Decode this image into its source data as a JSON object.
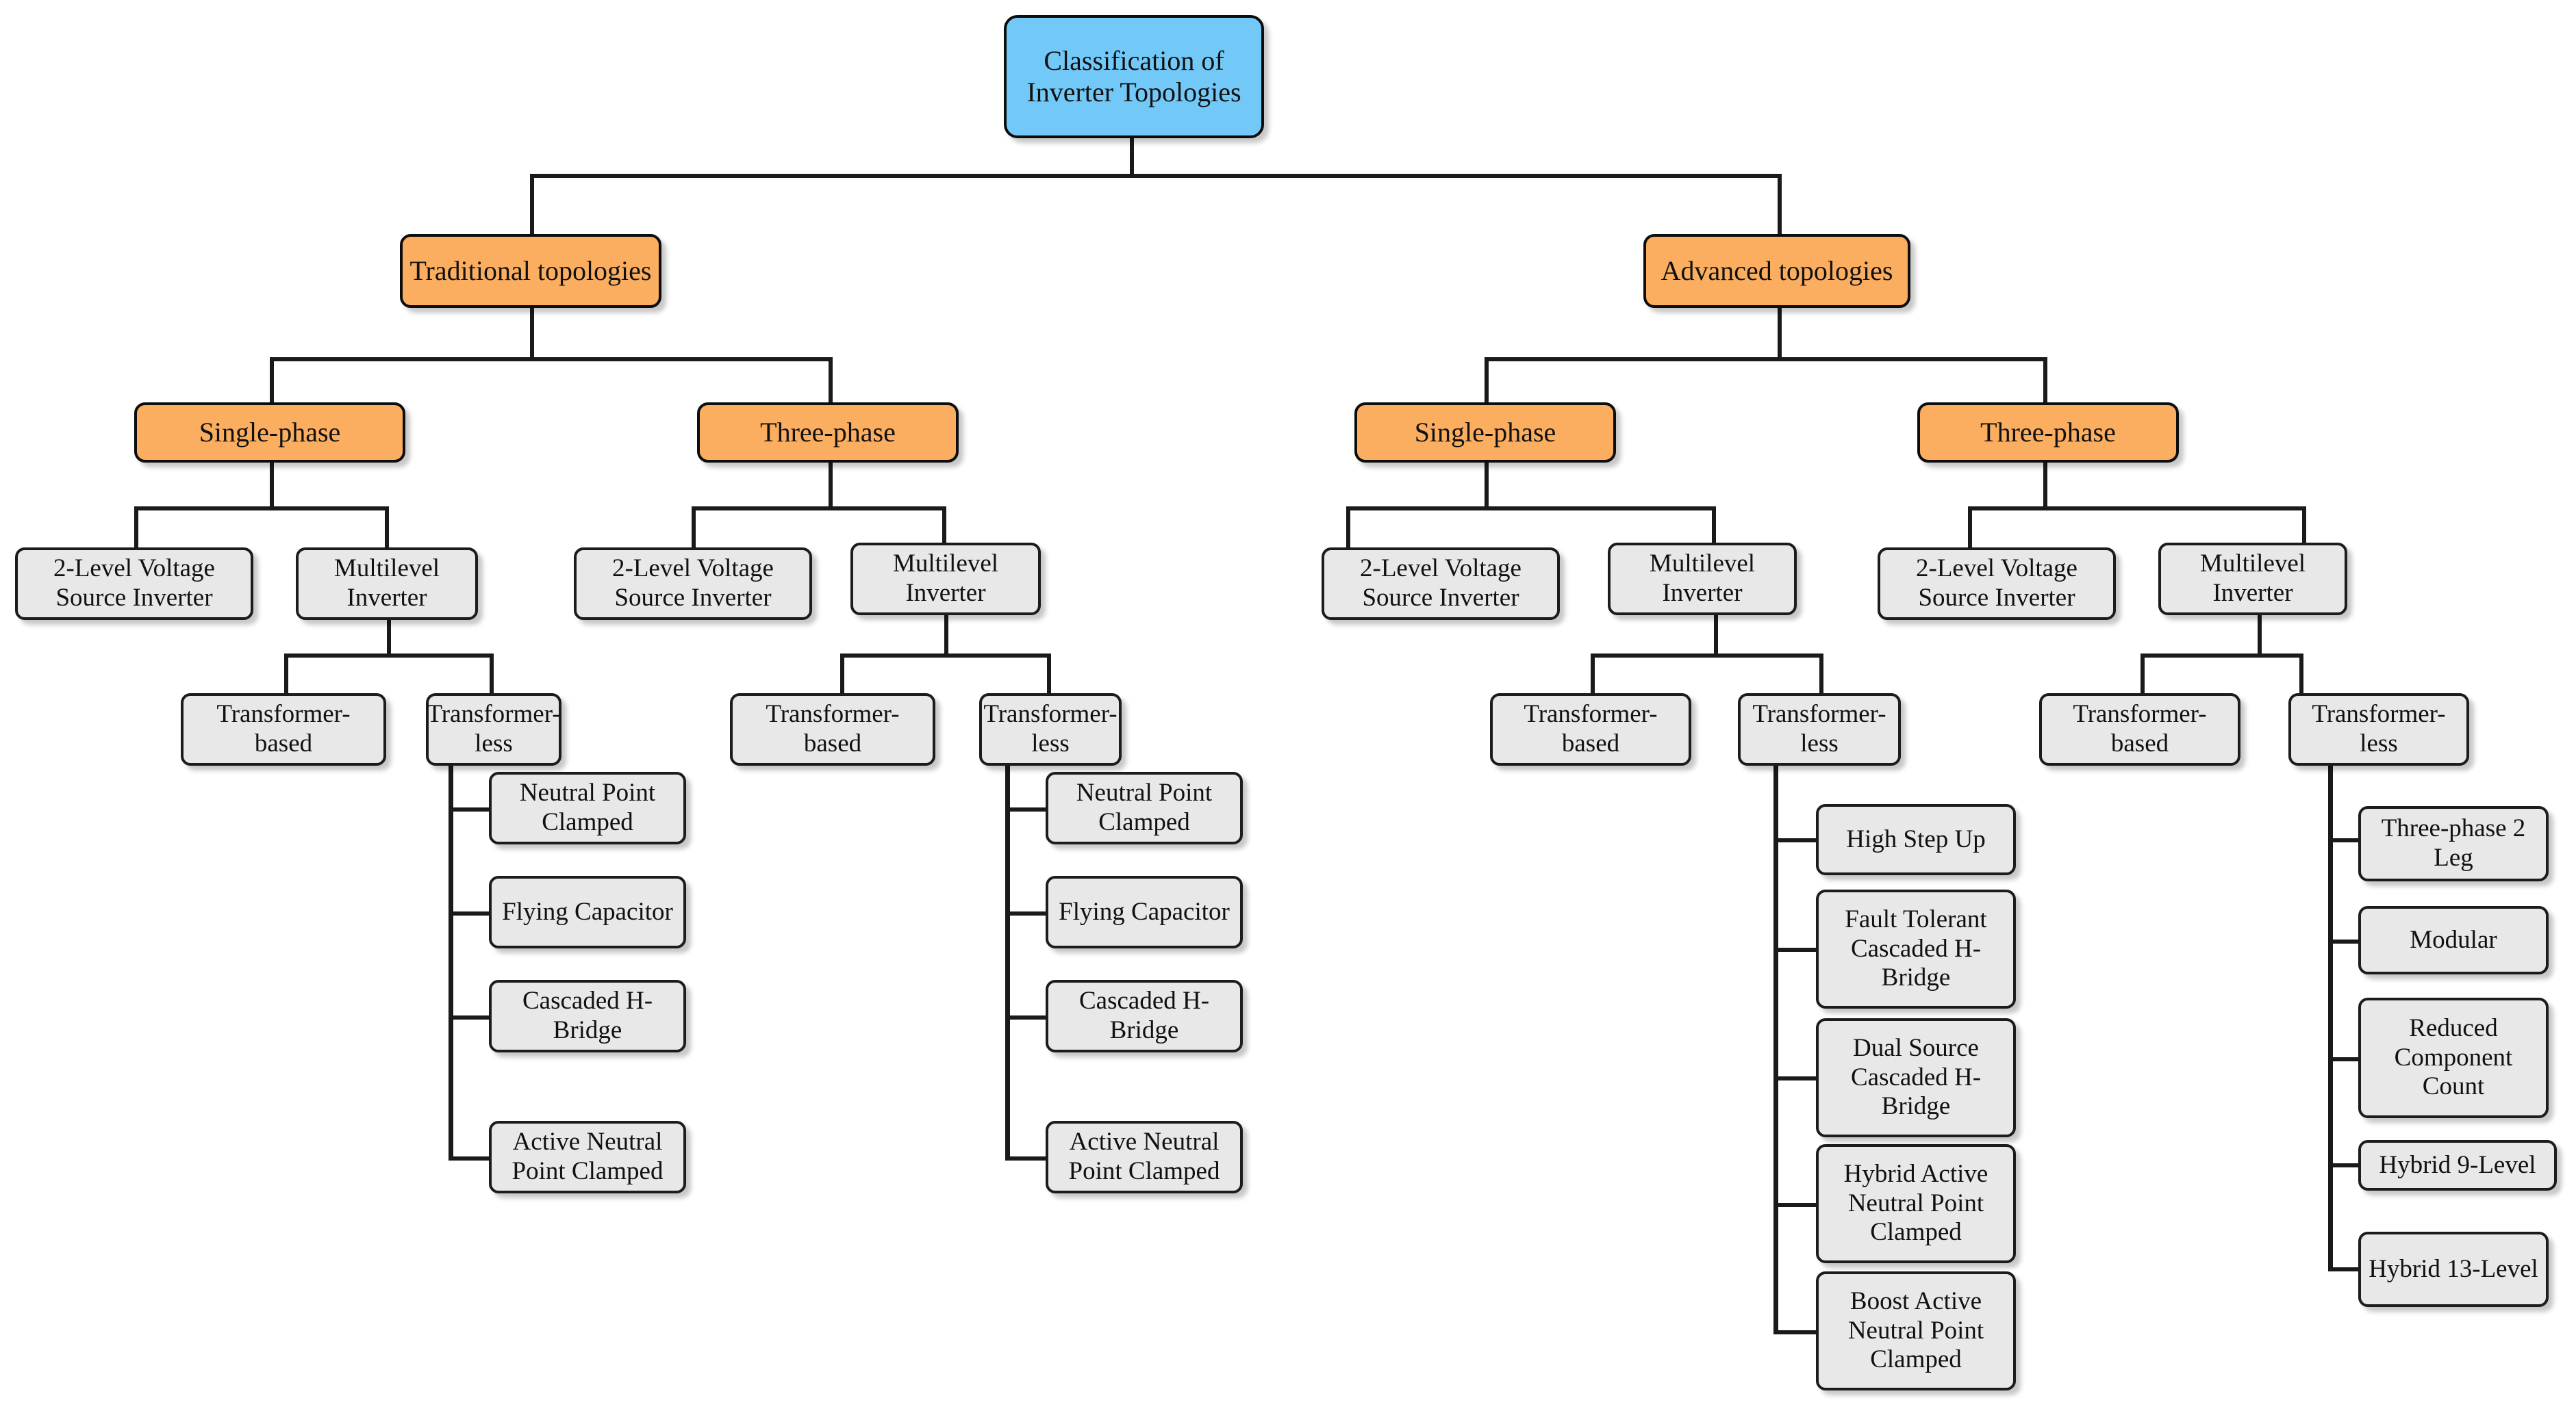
{
  "diagram": {
    "title": "Classification of Inverter Topologies",
    "type": "hierarchical-tree",
    "colors": {
      "root_fill": "#72c8f7",
      "category_fill": "#fbae5f",
      "leaf_fill": "#e8e8e8",
      "border": "#1c1c1c",
      "background": "#ffffff",
      "text": "#111111"
    },
    "root": {
      "label": "Classification of Inverter Topologies"
    },
    "level1": [
      {
        "label": "Traditional topologies"
      },
      {
        "label": "Advanced topologies"
      }
    ],
    "level2": [
      {
        "label": "Single-phase",
        "parent": "Traditional topologies"
      },
      {
        "label": "Three-phase",
        "parent": "Traditional topologies"
      },
      {
        "label": "Single-phase",
        "parent": "Advanced topologies"
      },
      {
        "label": "Three-phase",
        "parent": "Advanced topologies"
      }
    ],
    "level3": [
      {
        "label": "2-Level Voltage Source Inverter",
        "branch": "traditional-single-phase"
      },
      {
        "label": "Multilevel Inverter",
        "branch": "traditional-single-phase"
      },
      {
        "label": "2-Level Voltage Source Inverter",
        "branch": "traditional-three-phase"
      },
      {
        "label": "Multilevel Inverter",
        "branch": "traditional-three-phase"
      },
      {
        "label": "2-Level Voltage Source Inverter",
        "branch": "advanced-single-phase"
      },
      {
        "label": "Multilevel Inverter",
        "branch": "advanced-single-phase"
      },
      {
        "label": "2-Level Voltage Source Inverter",
        "branch": "advanced-three-phase"
      },
      {
        "label": "Multilevel Inverter",
        "branch": "advanced-three-phase"
      }
    ],
    "level4": [
      {
        "label": "Transformer-based",
        "branch": "traditional-single-phase"
      },
      {
        "label": "Transformer-less",
        "branch": "traditional-single-phase"
      },
      {
        "label": "Transformer-based",
        "branch": "traditional-three-phase"
      },
      {
        "label": "Transformer-less",
        "branch": "traditional-three-phase"
      },
      {
        "label": "Transformer-based",
        "branch": "advanced-single-phase"
      },
      {
        "label": "Transformer-less",
        "branch": "advanced-single-phase"
      },
      {
        "label": "Transformer-based",
        "branch": "advanced-three-phase"
      },
      {
        "label": "Transformer-less",
        "branch": "advanced-three-phase"
      }
    ],
    "leaves": {
      "traditional_single_phase_transformerless": [
        "Neutral Point Clamped",
        "Flying Capacitor",
        "Cascaded H-Bridge",
        "Active Neutral Point Clamped"
      ],
      "traditional_three_phase_transformerless": [
        "Neutral Point Clamped",
        "Flying Capacitor",
        "Cascaded H-Bridge",
        "Active Neutral Point Clamped"
      ],
      "advanced_single_phase_transformerless": [
        "High Step Up",
        "Fault Tolerant Cascaded H-Bridge",
        "Dual Source Cascaded H-Bridge",
        "Hybrid Active Neutral Point Clamped",
        "Boost Active Neutral Point Clamped"
      ],
      "advanced_three_phase_transformerless": [
        "Three-phase 2 Leg",
        "Modular",
        "Reduced Component Count",
        "Hybrid 9-Level",
        "Hybrid 13-Level"
      ]
    }
  }
}
